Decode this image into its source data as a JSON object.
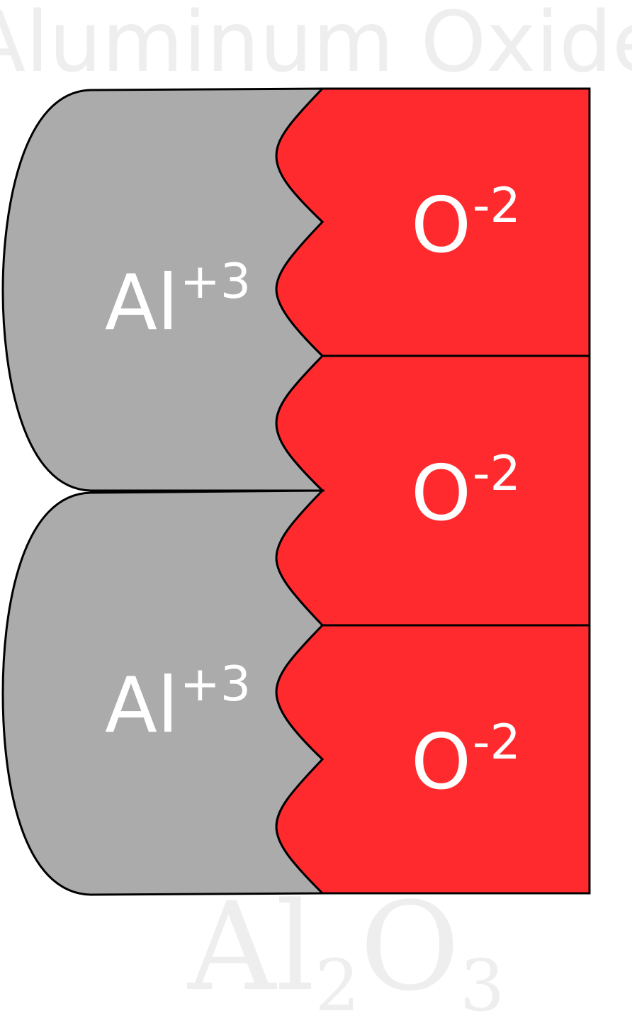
{
  "title": "Aluminum Oxide",
  "colors": {
    "aluminum": "#ababab",
    "oxygen": "#ff2a2d",
    "outline": "#000000",
    "ion_text": "#ffffff",
    "faint_text": "#eeeeee"
  },
  "aluminum_ions": [
    {
      "symbol": "Al",
      "charge": "+3"
    },
    {
      "symbol": "Al",
      "charge": "+3"
    }
  ],
  "oxide_ions": [
    {
      "symbol": "O",
      "charge": "-2"
    },
    {
      "symbol": "O",
      "charge": "-2"
    },
    {
      "symbol": "O",
      "charge": "-2"
    }
  ],
  "formula": {
    "element1": "Al",
    "subscript1": "2",
    "element2": "O",
    "subscript2": "3"
  }
}
